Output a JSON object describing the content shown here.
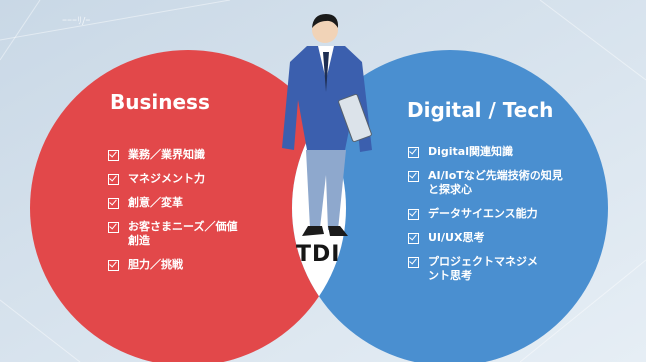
{
  "header_text": "ｰｰｰﾘ/ｰ",
  "business": {
    "title": "Business",
    "items": [
      "業務／業界知識",
      "マネジメント力",
      "創意／変革",
      "お客さまニーズ／価値創造",
      "胆力／挑戦"
    ]
  },
  "digital": {
    "title": "Digital / Tech",
    "items": [
      "Digital関連知識",
      "AI/IoTなど先端技術の知見と探求心",
      "データサイエンス能力",
      "UI/UX思考",
      "プロジェクトマネジメント思考"
    ]
  },
  "center_label": "TDI",
  "colors": {
    "business": "#e2484a",
    "digital": "#4a8fd0",
    "overlap": "#ffffff"
  },
  "icons": [
    "checkbox-icon",
    "businessman-figure"
  ]
}
